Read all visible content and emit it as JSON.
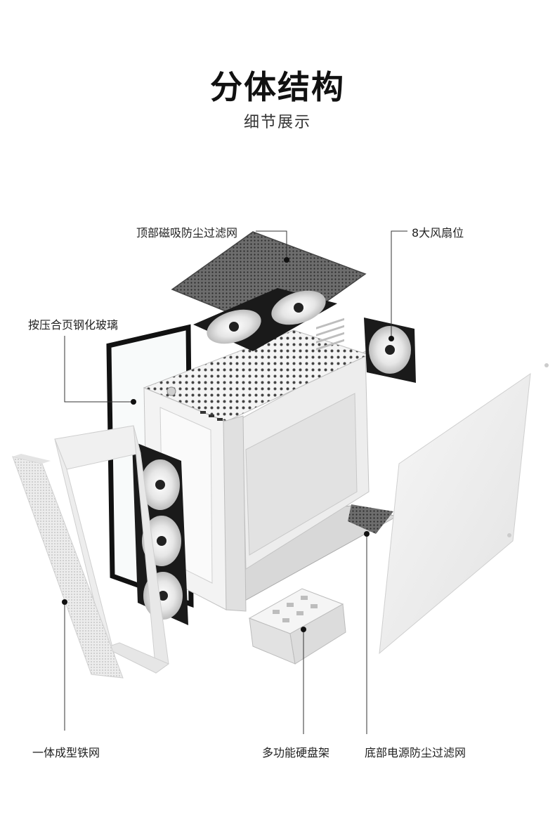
{
  "header": {
    "title": "分体结构",
    "subtitle": "细节展示"
  },
  "labels": {
    "top_filter": "顶部磁吸防尘过滤网",
    "fan_positions": "8大风扇位",
    "glass_panel": "按压合页钢化玻璃",
    "mesh_panel": "一体成型铁网",
    "drive_cage": "多功能硬盘架",
    "bottom_filter": "底部电源防尘过滤网"
  },
  "colors": {
    "panel": "#f2f2f2",
    "panel_edge": "#c9c9c9",
    "frame": "#e9e9e9",
    "fan_frame": "#1a1a1a",
    "mesh": "#555555",
    "leader": "#333333"
  },
  "icons": {
    "fan": "case-fan-icon",
    "mesh_filter": "mesh-filter-icon"
  }
}
